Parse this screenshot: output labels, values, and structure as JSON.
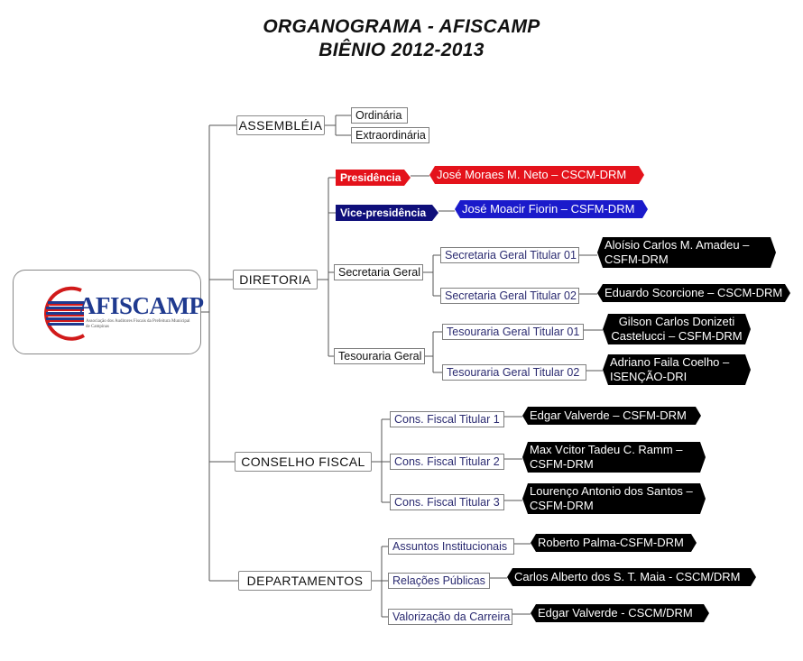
{
  "title": {
    "line1": "ORGANOGRAMA - AFISCAMP",
    "line2": "BIÊNIO 2012-2013"
  },
  "logo": {
    "name": "AFISCAMP",
    "subtitle": "Associação dos Auditores Fiscais da Prefeitura Municipal de Campinas",
    "colors": {
      "blue": "#1f3a8f",
      "red": "#d11a1a"
    }
  },
  "assembleia": {
    "label": "ASSEMBLÉIA",
    "items": [
      "Ordinária",
      "Extraordinária"
    ]
  },
  "diretoria": {
    "label": "DIRETORIA",
    "presidencia": {
      "label": "Presidência",
      "person": "José Moraes M. Neto – CSCM-DRM"
    },
    "vice": {
      "label": "Vice-presidência",
      "person": "José Moacir Fiorin – CSFM-DRM"
    },
    "secretaria": {
      "label": "Secretaria Geral",
      "items": [
        {
          "label": "Secretaria Geral Titular 01",
          "person_line1": "Aloísio Carlos M. Amadeu  –",
          "person_line2": "CSFM-DRM"
        },
        {
          "label": "Secretaria Geral Titular 02",
          "person_line1": "Eduardo Scorcione – CSCM-DRM",
          "person_line2": ""
        }
      ]
    },
    "tesouraria": {
      "label": "Tesouraria Geral",
      "items": [
        {
          "label": "Tesouraria Geral Titular 01",
          "person_line1": "Gilson Carlos Donizeti",
          "person_line2": "Castelucci – CSFM-DRM"
        },
        {
          "label": "Tesouraria Geral Titular 02",
          "person_line1": "Adriano Faila Coelho –",
          "person_line2": "ISENÇÃO-DRI"
        }
      ]
    }
  },
  "conselho": {
    "label": "CONSELHO FISCAL",
    "items": [
      {
        "label": "Cons. Fiscal Titular 1",
        "person_line1": "Edgar Valverde – CSFM-DRM",
        "person_line2": ""
      },
      {
        "label": "Cons. Fiscal Titular 2",
        "person_line1": "Max Vcitor Tadeu C. Ramm –",
        "person_line2": "CSFM-DRM"
      },
      {
        "label": "Cons. Fiscal Titular 3",
        "person_line1": "Lourenço Antonio dos Santos –",
        "person_line2": "CSFM-DRM"
      }
    ]
  },
  "departamentos": {
    "label": "DEPARTAMENTOS",
    "items": [
      {
        "label": "Assuntos Institucionais",
        "person": "Roberto Palma-CSFM-DRM"
      },
      {
        "label": "Relações Públicas",
        "person": "Carlos Alberto dos S. T. Maia - CSCM/DRM"
      },
      {
        "label": "Valorização da Carreira",
        "person": "Edgar Valverde - CSCM/DRM"
      }
    ]
  },
  "colors": {
    "presidencia": "#e4121b",
    "vice": "#1a1acb",
    "header_vice": "#0f0f7a",
    "sublabel": "#2a2a70",
    "person": "#000000"
  }
}
